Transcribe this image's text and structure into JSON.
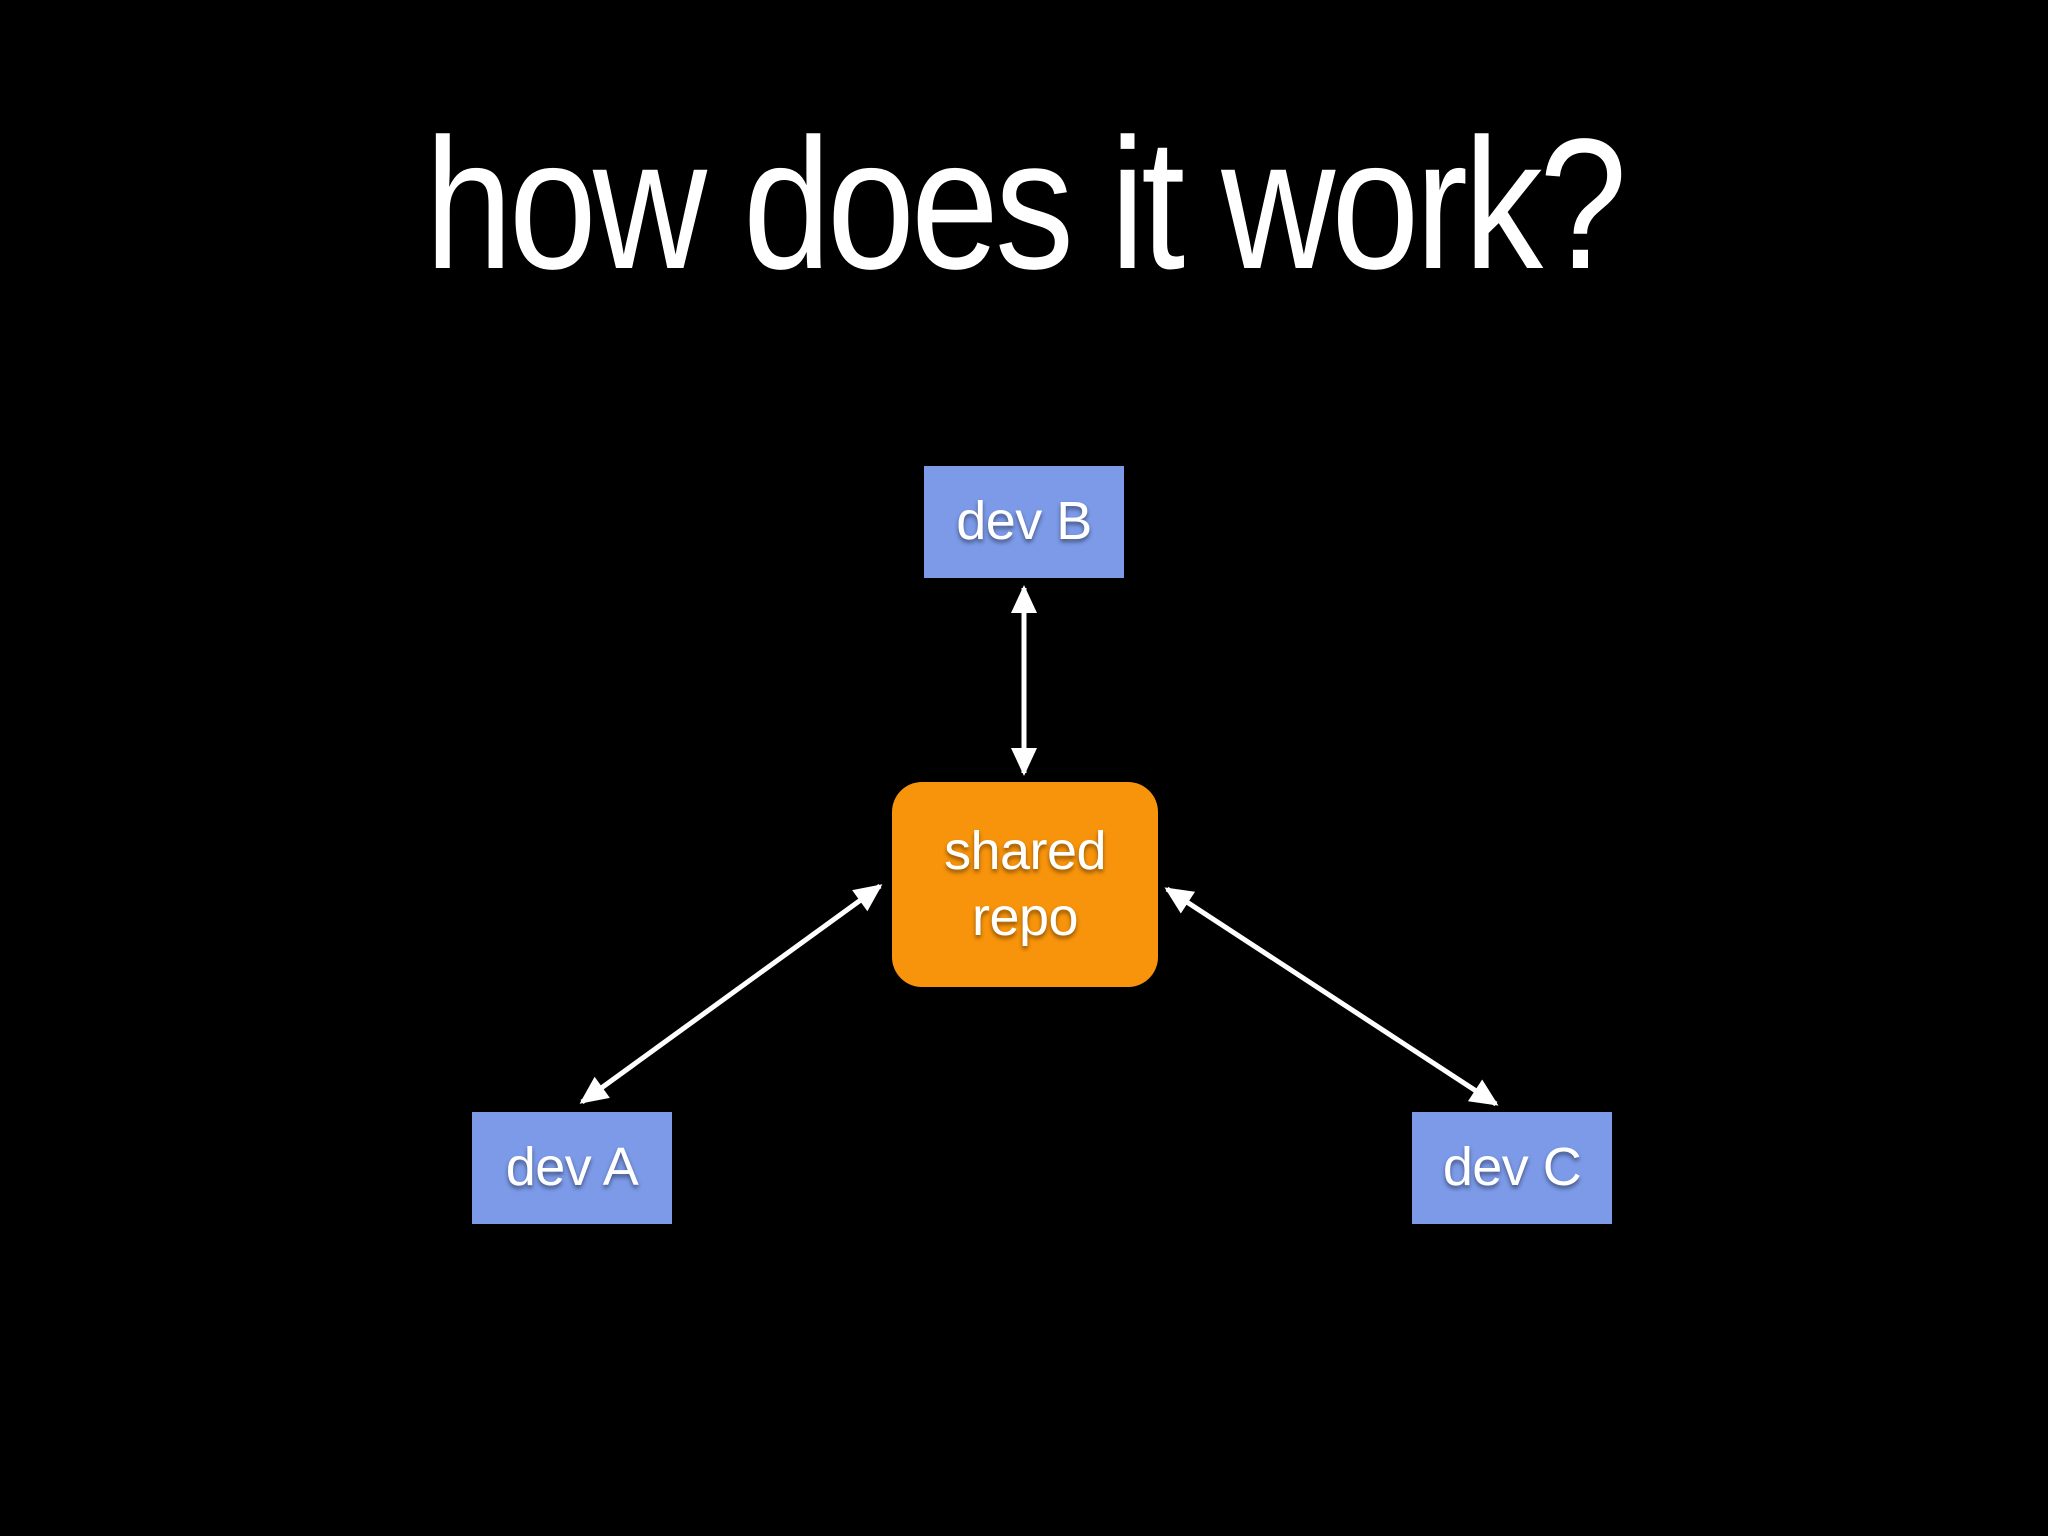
{
  "slide": {
    "title": "how does it work?",
    "background_color": "#000000",
    "title_color": "#FFFFFF"
  },
  "diagram": {
    "nodes": [
      {
        "id": "dev-b",
        "label": "dev B",
        "shape": "rectangle",
        "color": "#7C9AE8",
        "text_color": "#FFFFFF"
      },
      {
        "id": "shared-repo",
        "label": "shared repo",
        "shape": "rounded-rectangle",
        "color": "#F8940B",
        "text_color": "#FFFFFF"
      },
      {
        "id": "dev-a",
        "label": "dev A",
        "shape": "rectangle",
        "color": "#7C9AE8",
        "text_color": "#FFFFFF"
      },
      {
        "id": "dev-c",
        "label": "dev C",
        "shape": "rectangle",
        "color": "#7C9AE8",
        "text_color": "#FFFFFF"
      }
    ],
    "edges": [
      {
        "from": "dev-b",
        "to": "shared-repo",
        "style": "double-headed-arrow",
        "color": "#FFFFFF"
      },
      {
        "from": "dev-a",
        "to": "shared-repo",
        "style": "double-headed-arrow",
        "color": "#FFFFFF"
      },
      {
        "from": "dev-c",
        "to": "shared-repo",
        "style": "double-headed-arrow",
        "color": "#FFFFFF"
      }
    ]
  }
}
